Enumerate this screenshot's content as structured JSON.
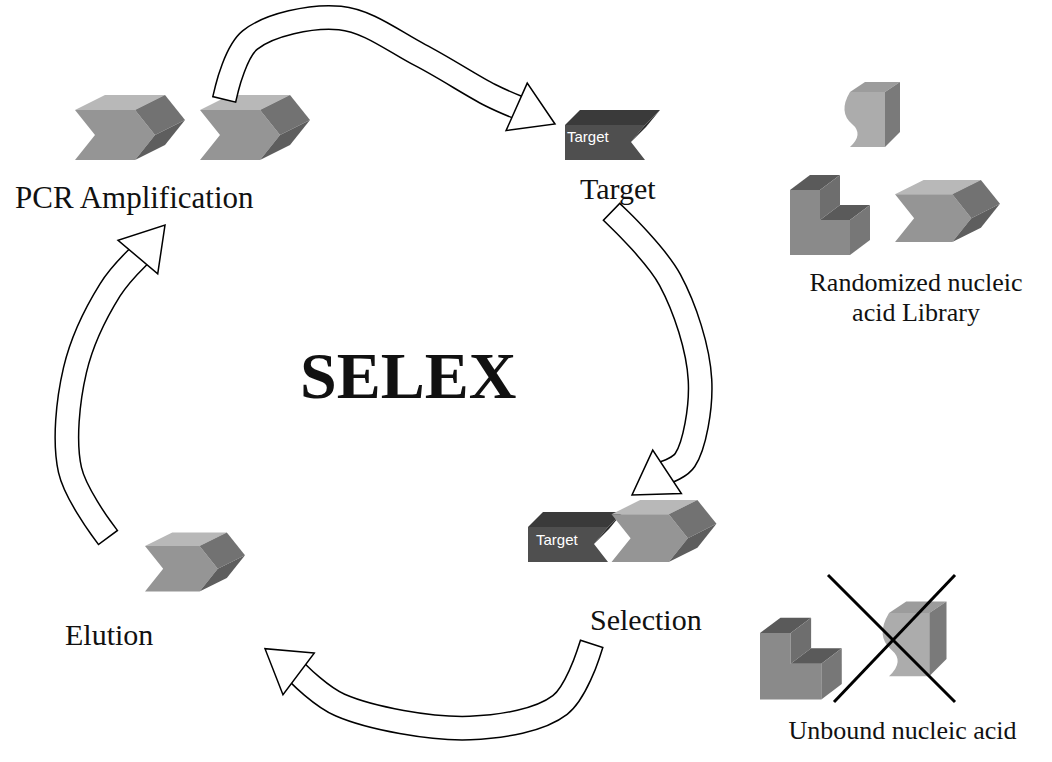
{
  "diagram": {
    "title": "SELEX",
    "nodes": [
      {
        "text": [
          "PCR Amplification"
        ]
      },
      {
        "text": [
          "Target",
          "Target"
        ]
      },
      {
        "text": [
          "Target",
          "Selection"
        ]
      },
      {
        "text": [
          "Elution"
        ]
      }
    ],
    "edges": [
      {
        "from": 0,
        "to": 1,
        "arrow": "to"
      },
      {
        "from": 1,
        "to": 2,
        "arrow": "to"
      },
      {
        "from": 2,
        "to": 3,
        "arrow": "to"
      },
      {
        "from": 3,
        "to": 0,
        "arrow": "to"
      }
    ],
    "labels": [
      "Randomized nucleic acid Library",
      "Unbound nucleic acid"
    ]
  }
}
